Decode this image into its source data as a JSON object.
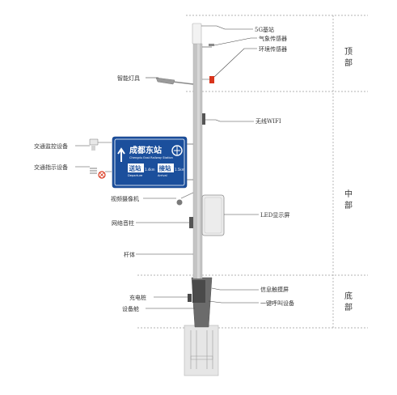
{
  "labels": {
    "base_station_5g": "5G基站",
    "weather_sensor": "气象传感器",
    "env_sensor": "环境传感器",
    "smart_lamp": "智能灯具",
    "wireless_wifi": "无线WIFI",
    "traffic_monitor": "交通监控设备",
    "traffic_indicator": "交通指示设备",
    "video_camera": "视频摄像机",
    "network_speaker": "网络音柱",
    "led_screen": "LED显示屏",
    "pole_body": "杆体",
    "info_touchscreen": "信息触摸屏",
    "charging_pile": "充电桩",
    "one_key_call": "一键呼叫设备",
    "equipment_cabin": "设备舱"
  },
  "sections": {
    "top": [
      "顶",
      "部"
    ],
    "middle": [
      "中",
      "部"
    ],
    "bottom": [
      "底",
      "部"
    ]
  },
  "sign": {
    "title_cn": "成都东站",
    "title_en": "Chengdu East Railway Station",
    "left_cn": "送站",
    "left_en": "Departure",
    "left_dist": "1.4km",
    "right_cn": "接站",
    "right_en": "Arrival",
    "right_dist": "1.5km"
  },
  "colors": {
    "sign_blue": "#1b4f9c",
    "pole_gray": "#bdbdbd",
    "lamp_red": "#d9351c"
  }
}
